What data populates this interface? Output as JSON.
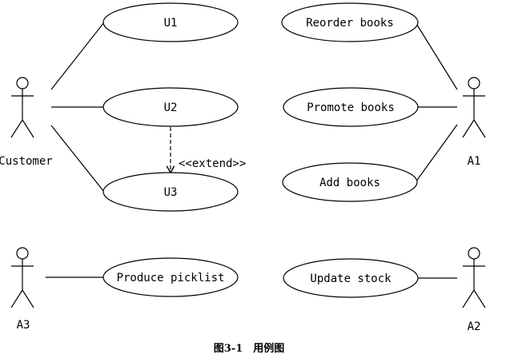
{
  "diagram": {
    "actors": {
      "customer": "Customer",
      "a1": "A1",
      "a2": "A2",
      "a3": "A3"
    },
    "use_cases": {
      "u1": "U1",
      "u2": "U2",
      "u3": "U3",
      "produce_picklist": "Produce picklist",
      "reorder_books": "Reorder books",
      "promote_books": "Promote books",
      "add_books": "Add books",
      "update_stock": "Update stock"
    },
    "relation_label": "<<extend>>",
    "caption": "图3-1　用例图"
  }
}
